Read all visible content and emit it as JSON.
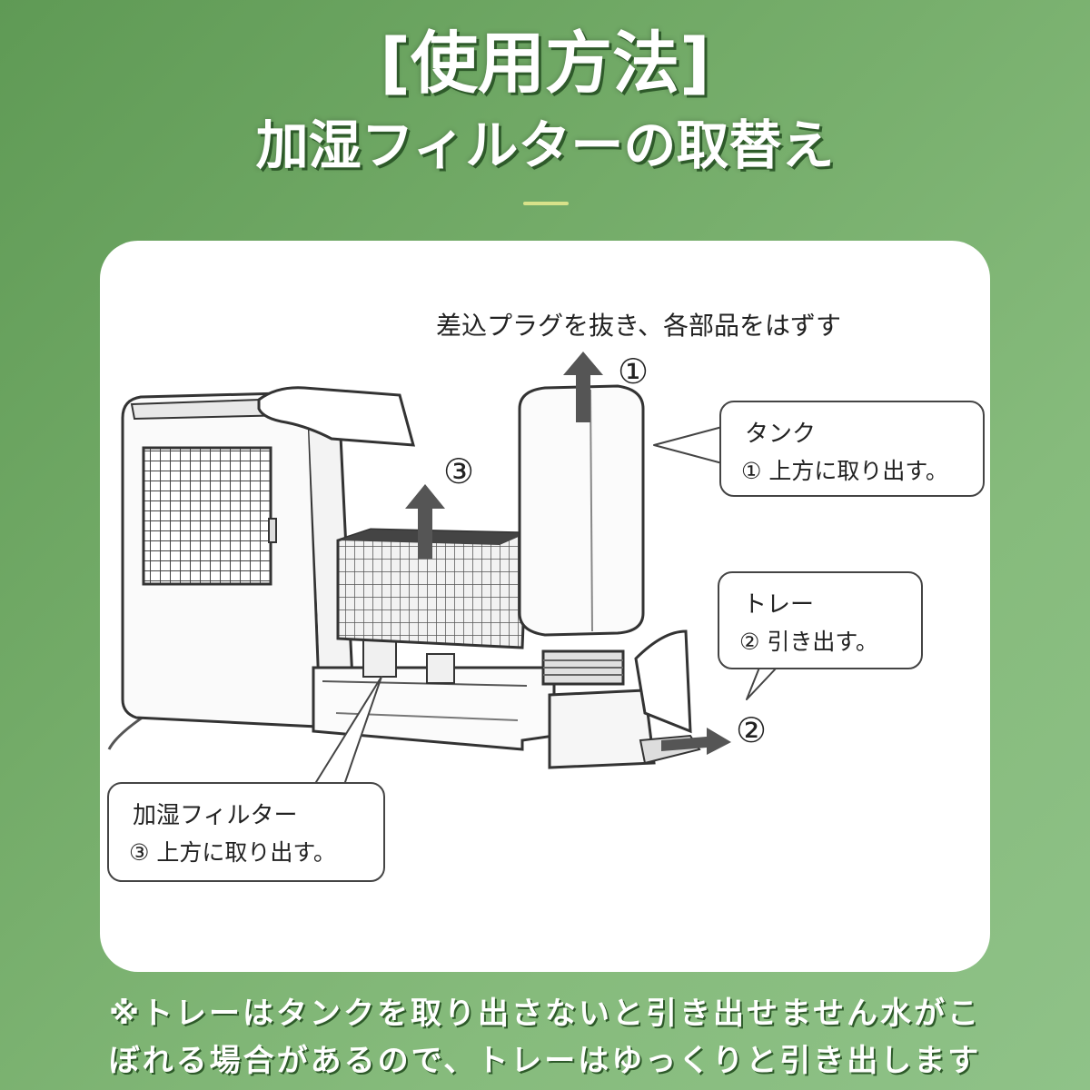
{
  "header": {
    "title": "[使用方法]",
    "subtitle": "加湿フィルターの取替え"
  },
  "diagram": {
    "instruction": "差込プラグを抜き、各部品をはずす",
    "step1_marker": "①",
    "step2_marker": "②",
    "step3_marker": "③",
    "callouts": {
      "tank": {
        "title": "タンク",
        "desc": "① 上方に取り出す。"
      },
      "tray": {
        "title": "トレー",
        "desc": "② 引き出す。"
      },
      "filter": {
        "title": "加湿フィルター",
        "desc": "③ 上方に取り出す。"
      }
    }
  },
  "footer": {
    "line1": "※トレーはタンクを取り出さないと引き出せません水がこ",
    "line2": "ぼれる場合があるので、トレーはゆっくりと引き出します"
  },
  "colors": {
    "background": "#73ab68",
    "title_text": "#ffffff",
    "accent_line": "#d8e28a",
    "card": "#ffffff"
  }
}
